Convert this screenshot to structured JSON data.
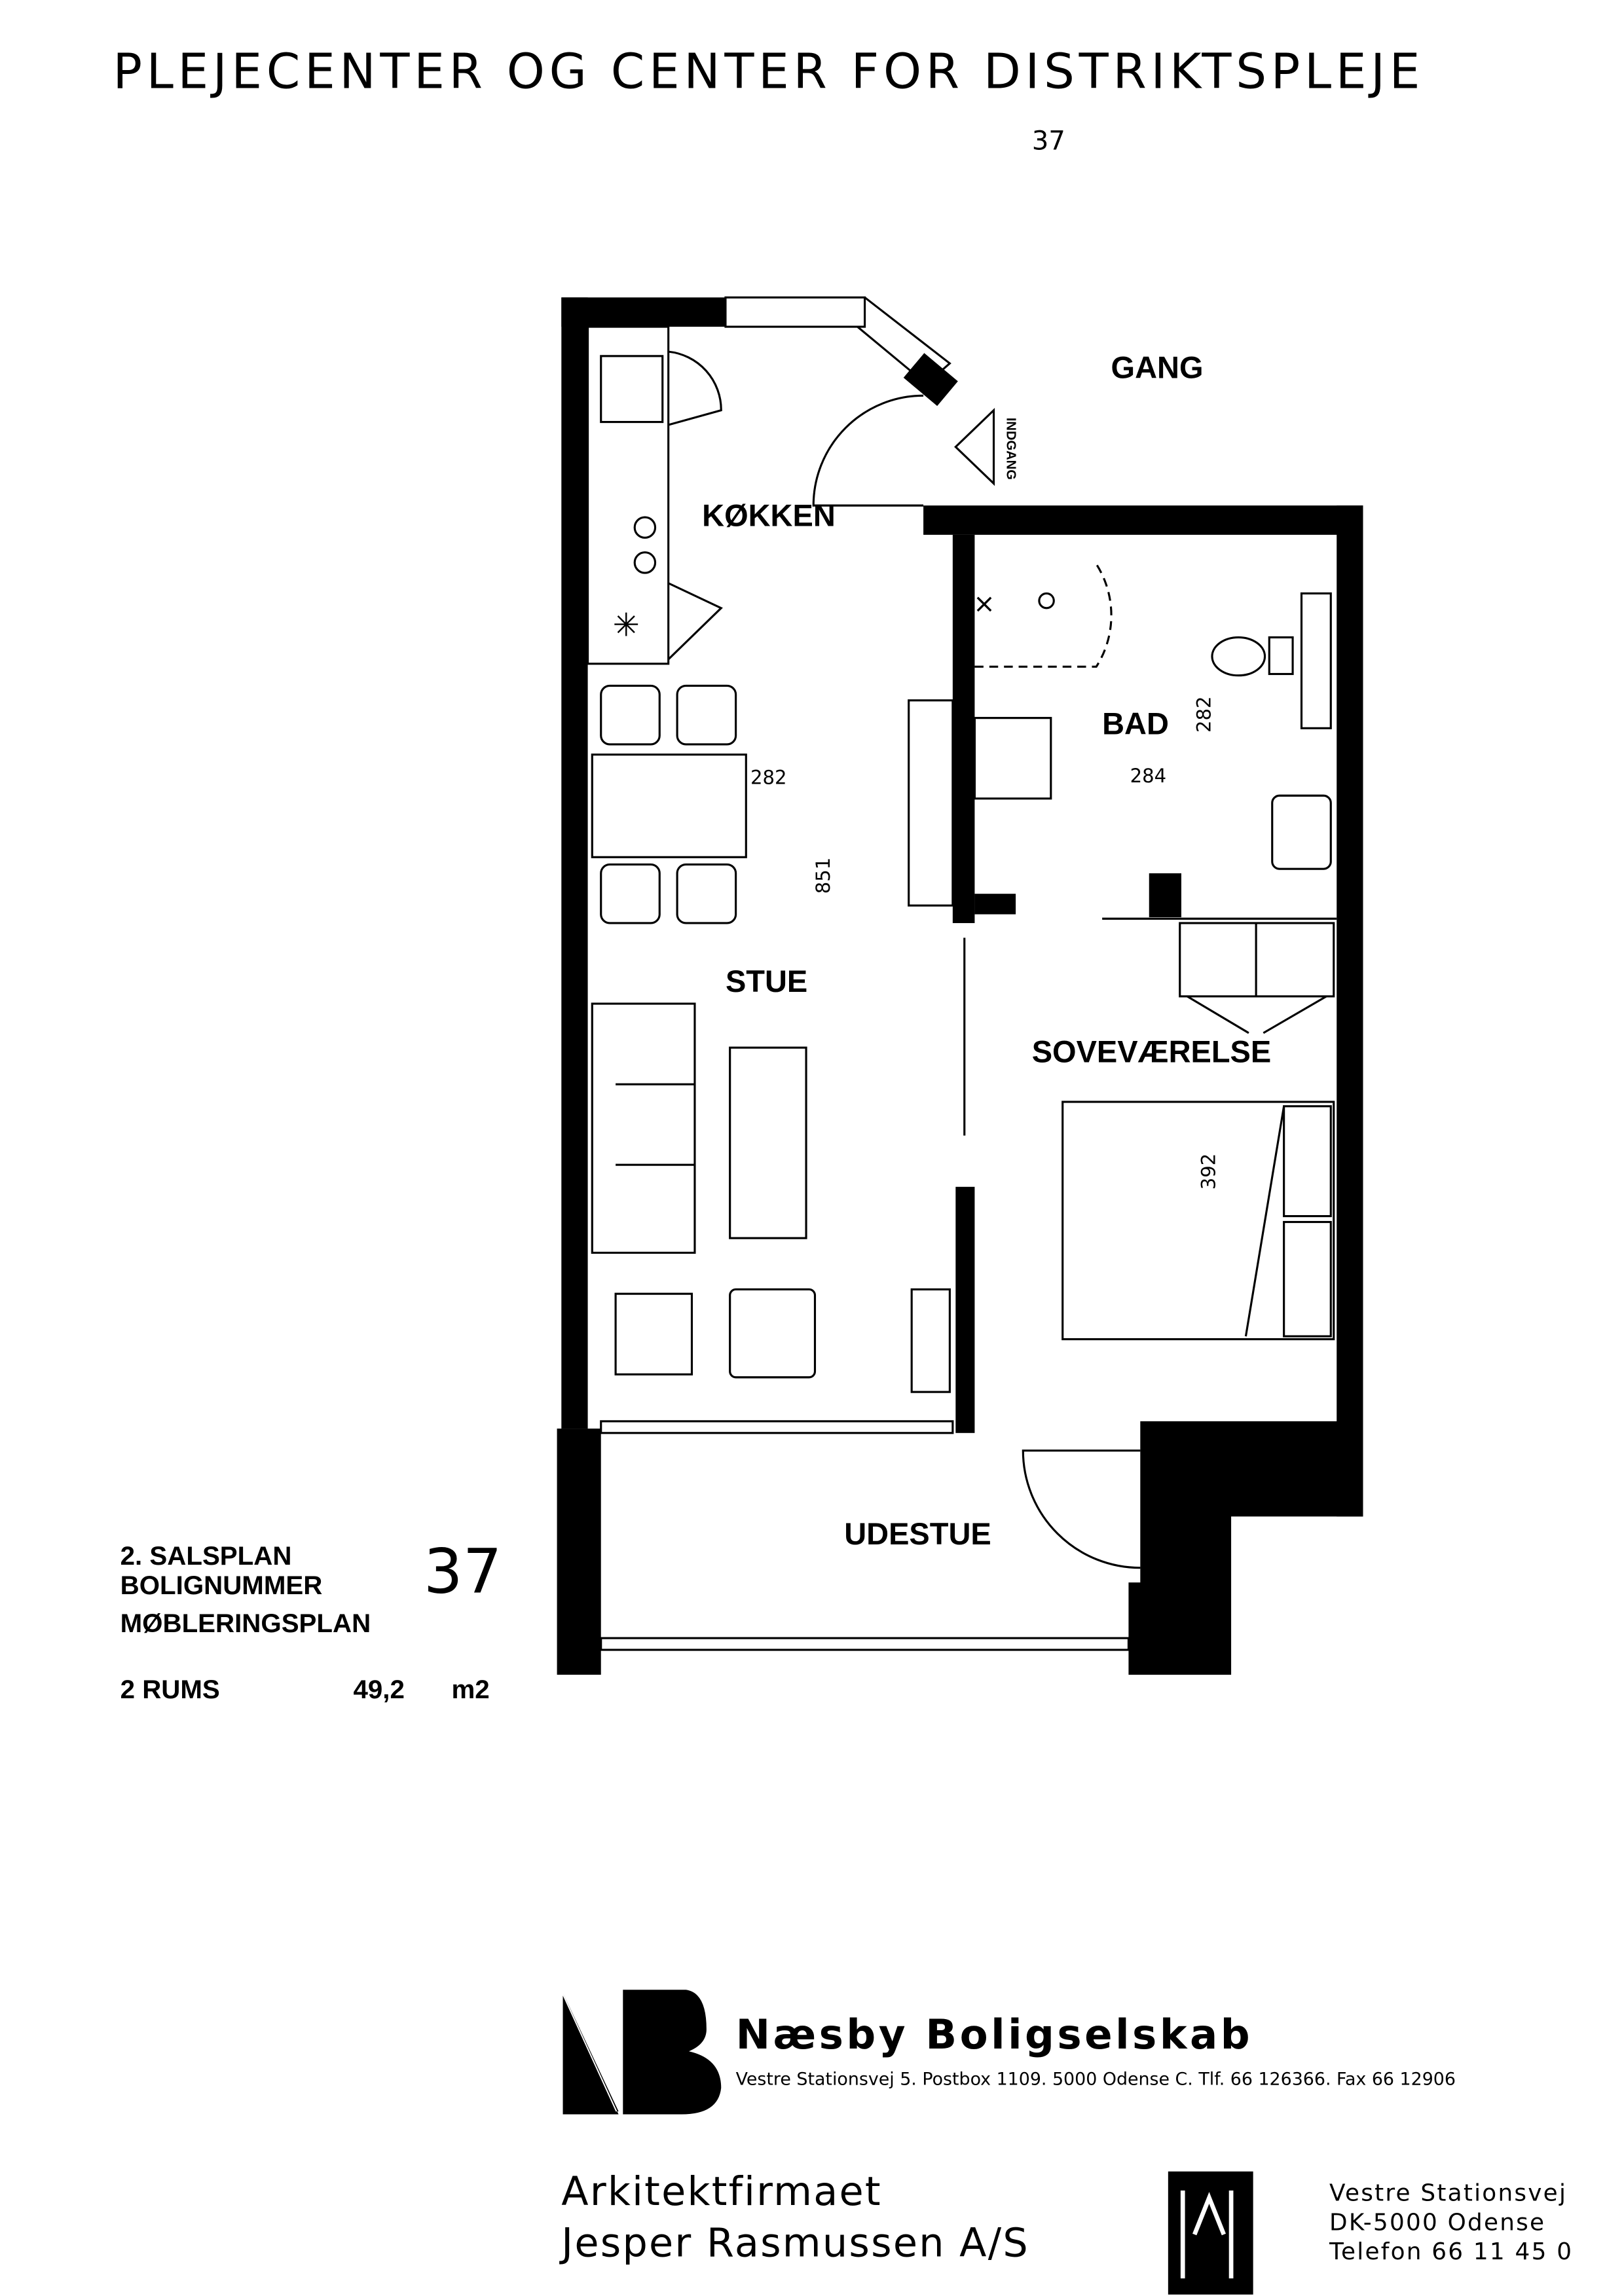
{
  "header": {
    "title": "PLEJECENTER OG CENTER FOR DISTRIKTSPLEJE",
    "page_number": "37"
  },
  "rooms": {
    "gang": "GANG",
    "indgang": "INDGANG",
    "kokken": "KØKKEN",
    "bad": "BAD",
    "stue": "STUE",
    "sovevaerelse": "SOVEVÆRELSE",
    "udestue": "UDESTUE"
  },
  "dimensions": {
    "kitchen_width": "282",
    "stue_length": "851",
    "bad_height": "282",
    "bad_width": "284",
    "bed_room": "392"
  },
  "info": {
    "floor": "2. SALSPLAN",
    "unit_label": "BOLIGNUMMER",
    "unit_number": "37",
    "plan_type": "MØBLERINGSPLAN",
    "rooms": "2 RUMS",
    "area": "49,2",
    "area_unit": "m2"
  },
  "client": {
    "name": "Næsby Boligselskab",
    "address": "Vestre Stationsvej 5. Postbox 1109. 5000 Odense C. Tlf. 66 126366. Fax 66 12906"
  },
  "architect": {
    "line1": "Arkitektfirmaet",
    "line2": "Jesper Rasmussen A/S",
    "address1": "Vestre Stationsvej",
    "address2": "DK-5000 Odense",
    "phone": "Telefon 66 11 45 0"
  }
}
